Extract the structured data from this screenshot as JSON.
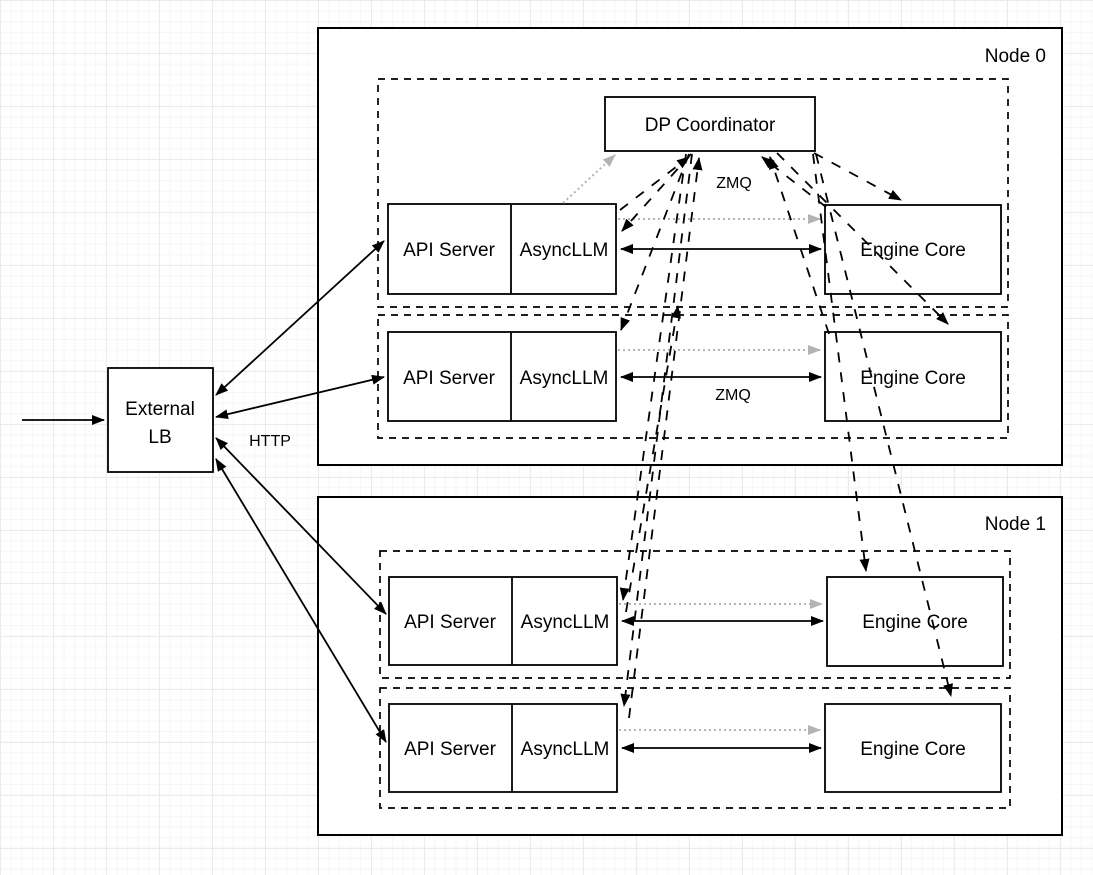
{
  "labels": {
    "external_lb_line1": "External",
    "external_lb_line2": "LB",
    "http": "HTTP",
    "zmq": "ZMQ",
    "node0": "Node 0",
    "node1": "Node 1",
    "dp_coordinator": "DP Coordinator",
    "api_server": "API Server",
    "asyncllm": "AsyncLLM",
    "engine_core": "Engine Core"
  },
  "colors": {
    "box_stroke": "#000000",
    "box_fill": "#ffffff",
    "solid_edge": "#000000",
    "dashed_edge": "#000000",
    "dotted_edge": "#b3b3b3",
    "grid_minor": "#f6f6f6",
    "grid_major": "#ebebeb"
  },
  "diagram": {
    "external_lb": {
      "label": "External LB",
      "incoming": "arrow from left edge",
      "protocol_to_api_servers": "HTTP"
    },
    "nodes": [
      {
        "label": "Node 0",
        "contains_dp_coordinator": true,
        "rows": [
          {
            "left_box": [
              "API Server",
              "AsyncLLM"
            ],
            "right_box": "Engine Core",
            "link_label": "ZMQ"
          },
          {
            "left_box": [
              "API Server",
              "AsyncLLM"
            ],
            "right_box": "Engine Core",
            "link_label": "ZMQ"
          }
        ]
      },
      {
        "label": "Node 1",
        "contains_dp_coordinator": false,
        "rows": [
          {
            "left_box": [
              "API Server",
              "AsyncLLM"
            ],
            "right_box": "Engine Core"
          },
          {
            "left_box": [
              "API Server",
              "AsyncLLM"
            ],
            "right_box": "Engine Core"
          }
        ]
      }
    ],
    "edge_types": {
      "solid_double": "External LB <-> API Server (HTTP); AsyncLLM <-> Engine Core (ZMQ)",
      "dashed": "DP Coordinator <-> AsyncLLM and Engine Core links",
      "gray_dotted": "AsyncLLM -> Engine Core and AsyncLLM -> DP Coordinator"
    }
  }
}
